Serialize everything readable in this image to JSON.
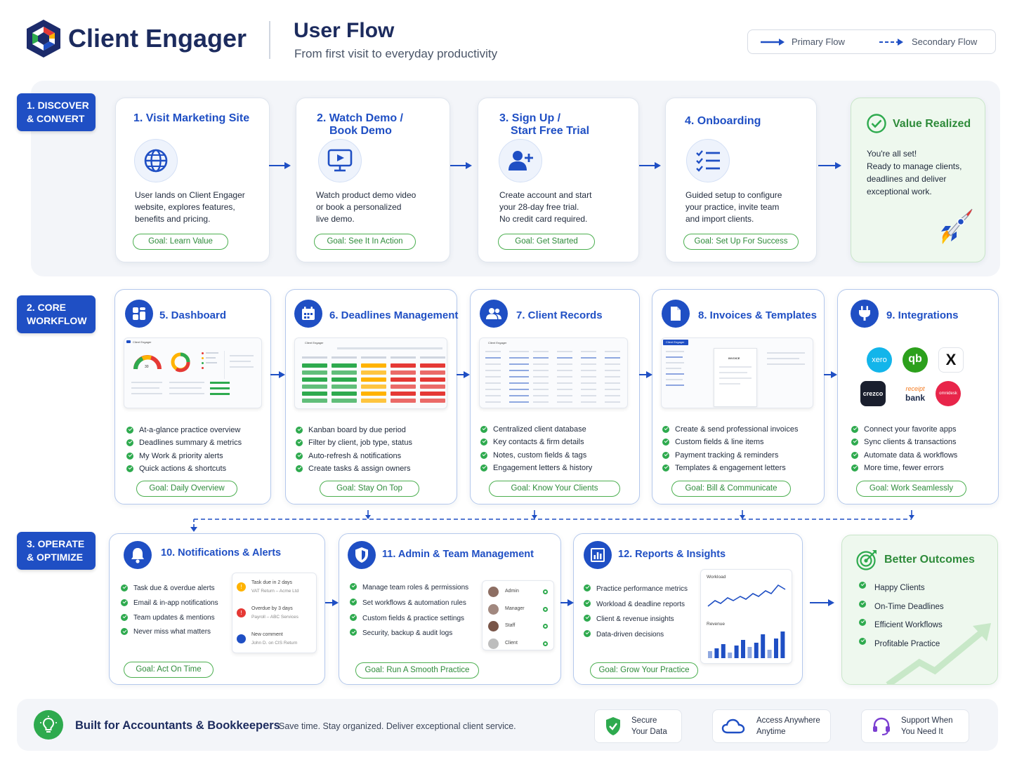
{
  "header": {
    "brand": "Client Engager",
    "title": "User Flow",
    "subtitle": "From first visit to everyday productivity",
    "legend_primary": "Primary Flow",
    "legend_secondary": "Secondary Flow"
  },
  "colors": {
    "primary": "#1f4fc4",
    "goal_green": "#2e8b3a",
    "check_green": "#2eaa4e"
  },
  "stages": [
    {
      "label_l1": "1. DISCOVER",
      "label_l2": "& CONVERT"
    },
    {
      "label_l1": "2. CORE",
      "label_l2": "WORKFLOW"
    },
    {
      "label_l1": "3. OPERATE",
      "label_l2": "& OPTIMIZE"
    }
  ],
  "discover": [
    {
      "title_l1": "1. Visit Marketing Site",
      "title_l2": "",
      "icon": "globe-icon",
      "desc": [
        "User lands on Client Engager",
        "website, explores features,",
        "benefits and pricing."
      ],
      "goal": "Goal: Learn Value"
    },
    {
      "title_l1": "2. Watch Demo /",
      "title_l2": "Book Demo",
      "icon": "monitor-play-icon",
      "desc": [
        "Watch product demo video",
        "or book a personalized",
        "live demo."
      ],
      "goal": "Goal: See It In Action"
    },
    {
      "title_l1": "3. Sign Up /",
      "title_l2": "Start Free Trial",
      "icon": "user-plus-icon",
      "desc": [
        "Create account and start",
        "your 28-day free trial.",
        "No credit card required."
      ],
      "goal": "Goal: Get Started"
    },
    {
      "title_l1": "4. Onboarding",
      "title_l2": "",
      "icon": "checklist-icon",
      "desc": [
        "Guided setup to configure",
        "your practice, invite team",
        "and import clients."
      ],
      "goal": "Goal: Set Up For Success"
    }
  ],
  "value_realized": {
    "title": "Value Realized",
    "lines": [
      "You're all set!",
      "Ready to manage clients,",
      "deadlines and deliver",
      "exceptional work."
    ]
  },
  "core": [
    {
      "title": "5. Dashboard",
      "icon": "dashboard-icon",
      "features": [
        "At-a-glance practice overview",
        "Deadlines summary & metrics",
        "My Work & priority alerts",
        "Quick actions & shortcuts"
      ],
      "goal": "Goal: Daily Overview"
    },
    {
      "title": "6. Deadlines Management",
      "icon": "calendar-icon",
      "features": [
        "Kanban board by due period",
        "Filter by client, job type, status",
        "Auto-refresh & notifications",
        "Create tasks & assign owners"
      ],
      "goal": "Goal: Stay On Top"
    },
    {
      "title": "7. Client Records",
      "icon": "users-icon",
      "features": [
        "Centralized client database",
        "Key contacts & firm details",
        "Notes, custom fields & tags",
        "Engagement letters & history"
      ],
      "goal": "Goal: Know Your Clients"
    },
    {
      "title": "8. Invoices & Templates",
      "icon": "document-icon",
      "features": [
        "Create & send professional invoices",
        "Custom fields & line items",
        "Payment tracking & reminders",
        "Templates & engagement letters"
      ],
      "goal": "Goal: Bill & Communicate"
    },
    {
      "title": "9. Integrations",
      "icon": "plug-icon",
      "features": [
        "Connect your favorite apps",
        "Sync clients & transactions",
        "Automate data & workflows",
        "More time, fewer errors"
      ],
      "goal": "Goal: Work Seamlessly"
    }
  ],
  "integrations_logos": {
    "xero": "xero",
    "quickbooks": "qb",
    "x": "X",
    "crezco": "crezco",
    "receipt_top": "receipt",
    "receipt_bottom": "bank",
    "omnidesk": "omnidesk"
  },
  "screens": {
    "dashboard_brand": "Client Engager",
    "deadlines_brand": "Client Engager",
    "clients_brand": "Client Engager",
    "invoice_brand": "Client Engager",
    "invoice_label": "INVOICE"
  },
  "operate": [
    {
      "title": "10. Notifications & Alerts",
      "icon": "bell-icon",
      "features": [
        "Task due & overdue alerts",
        "Email & in-app notifications",
        "Team updates & mentions",
        "Never miss what matters"
      ],
      "goal": "Goal: Act On Time"
    },
    {
      "title": "11. Admin & Team Management",
      "icon": "shield-icon",
      "features": [
        "Manage team roles & permissions",
        "Set workflows & automation rules",
        "Custom fields & practice settings",
        "Security, backup & audit logs"
      ],
      "goal": "Goal: Run A Smooth Practice"
    },
    {
      "title": "12. Reports & Insights",
      "icon": "bar-chart-icon",
      "features": [
        "Practice performance metrics",
        "Workload & deadline reports",
        "Client & revenue insights",
        "Data-driven decisions"
      ],
      "goal": "Goal: Grow Your Practice"
    }
  ],
  "notifications": [
    {
      "title": "Task due in 2 days",
      "sub": "VAT Return – Acme Ltd"
    },
    {
      "title": "Overdue by 3 days",
      "sub": "Payroll – ABC Services"
    },
    {
      "title": "New comment",
      "sub": "John D. on CIS Return"
    }
  ],
  "roles": [
    "Admin",
    "Manager",
    "Staff",
    "Client"
  ],
  "reports": {
    "workload_label": "Workload",
    "revenue_label": "Revenue"
  },
  "better_outcomes": {
    "title": "Better Outcomes",
    "items": [
      "Happy Clients",
      "On-Time Deadlines",
      "Efficient Workflows",
      "Profitable Practice"
    ]
  },
  "footer": {
    "title": "Built for Accountants & Bookkeepers",
    "tagline": "Save time. Stay organized. Deliver exceptional client service.",
    "badges": [
      {
        "l1": "Secure",
        "l2": "Your Data"
      },
      {
        "l1": "Access Anywhere",
        "l2": "Anytime"
      },
      {
        "l1": "Support When",
        "l2": "You Need It"
      }
    ]
  }
}
